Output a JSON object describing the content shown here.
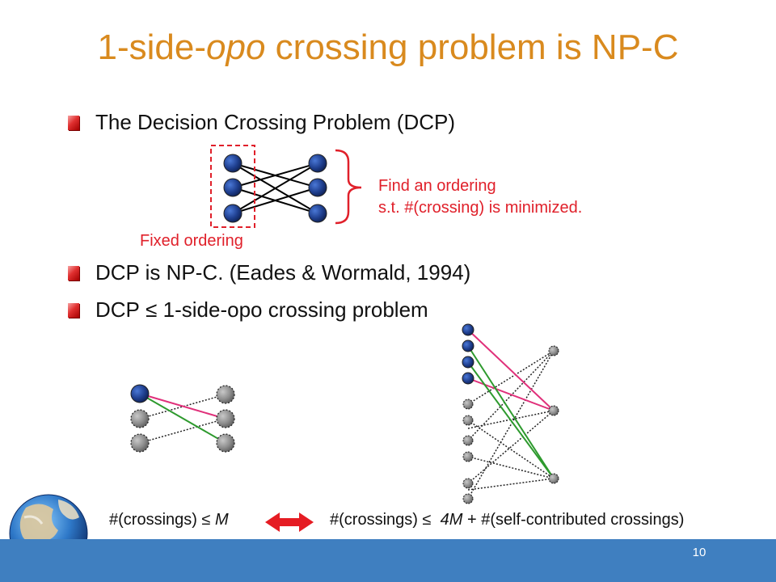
{
  "slide": {
    "title_prefix": "1-side-",
    "title_italic": "opo",
    "title_suffix": " crossing problem is NP-C",
    "page_number": "10"
  },
  "bullets": [
    "The Decision Crossing Problem (DCP)",
    "DCP is NP-C. (Eades & Wormald, 1994)"
  ],
  "bullet3": {
    "prefix": "DCP",
    "symbol": "≤",
    "suffix": "1-side-opo crossing problem"
  },
  "dcp_annotation": {
    "line1": "Find an ordering",
    "line2": "s.t. #(crossing) is minimized.",
    "fixed_label": "Fixed ordering"
  },
  "captions": {
    "left_prefix": "#(crossings)",
    "left_symbol": "≤",
    "left_var": "M",
    "right_prefix": "#(crossings)",
    "right_symbol": "≤",
    "right_var": "4M",
    "right_suffix": "+ #(self-contributed crossings)"
  },
  "colors": {
    "title": "#d98a1e",
    "annotation": "#e0202a",
    "node_blue": "#1f3f8f",
    "node_gray": "#8e8e8e",
    "edge_pink": "#e0307a",
    "edge_green": "#2e9a2e",
    "footer": "#3f7fc0"
  }
}
